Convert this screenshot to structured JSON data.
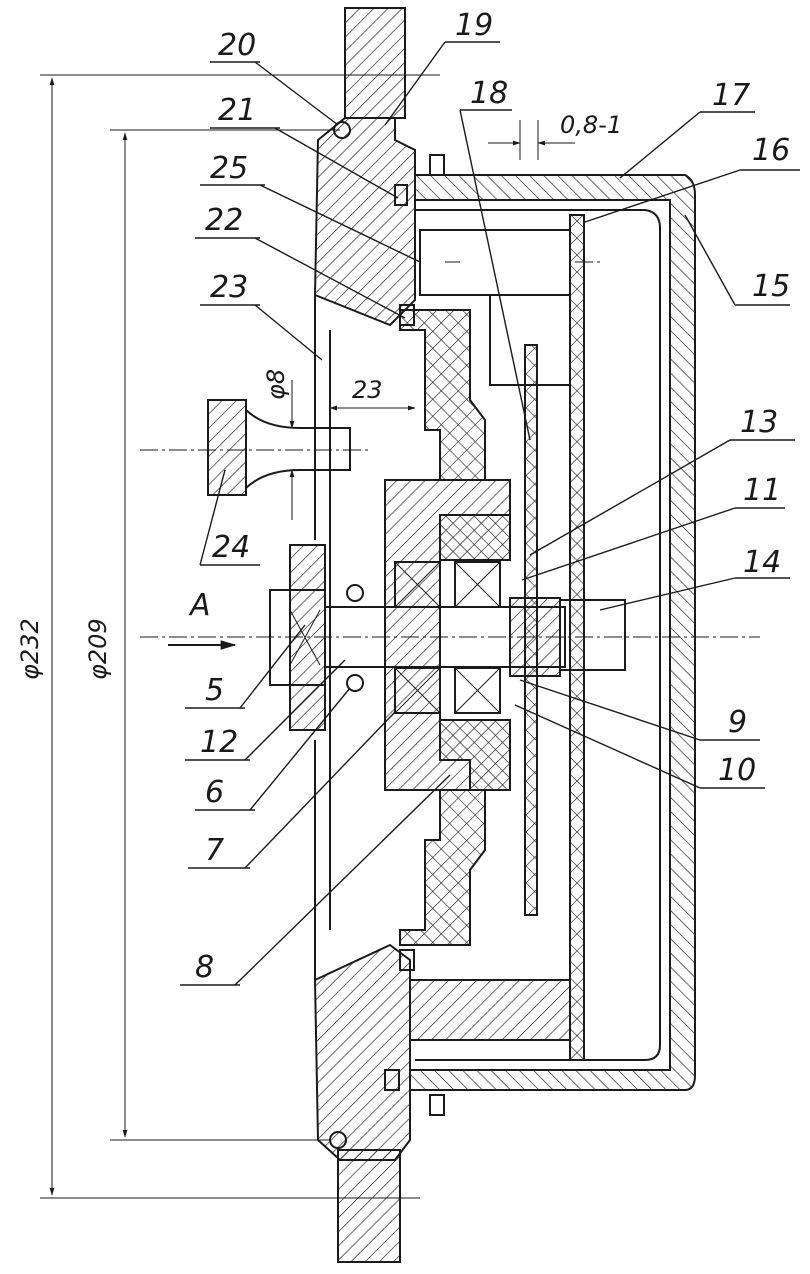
{
  "diagram": {
    "dimensions": {
      "outer_diameter": "φ232",
      "inner_diameter": "φ209",
      "hole_diameter": "φ8",
      "hole_depth": "23",
      "gap": "0,8-1"
    },
    "view_label": "A",
    "part_numbers": [
      "5",
      "6",
      "7",
      "8",
      "9",
      "10",
      "11",
      "12",
      "13",
      "14",
      "15",
      "16",
      "17",
      "18",
      "19",
      "20",
      "21",
      "22",
      "23",
      "24",
      "25"
    ]
  }
}
